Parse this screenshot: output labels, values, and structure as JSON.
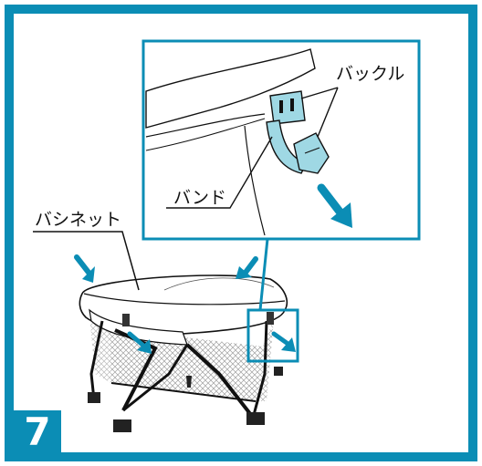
{
  "colors": {
    "frame": "#0b8db5",
    "buckle": "#9fd8e4",
    "arrow": "#0b8db5",
    "line": "#111111"
  },
  "labels": {
    "buckle": "バックル",
    "band": "バンド",
    "bassinet": "バシネット"
  },
  "step": {
    "number": "7"
  },
  "icons": [
    "push-down-arrow",
    "pull-out-arrow",
    "buckle-icon"
  ]
}
